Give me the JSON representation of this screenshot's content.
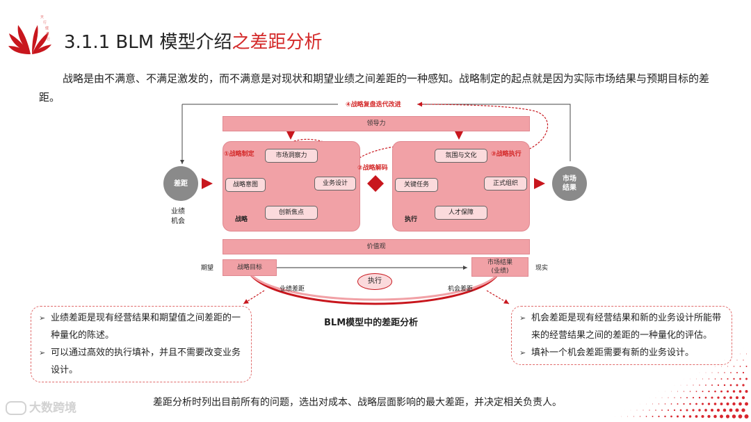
{
  "header": {
    "title_prefix": "3.1.1 BLM 模型介绍",
    "title_highlight": "之差距分析"
  },
  "intro_text": "战略是由不满意、不满足激发的，而不满意是对现状和期望业绩之间差距的一种感知。战略制定的起点就是因为实际市场结果与预期目标的差距。",
  "diagram": {
    "loop_label": "④战略复盘迭代改进",
    "leadership_label": "领导力",
    "values_label": "价值观",
    "gap_circle": "差距",
    "result_circle_line1": "市场",
    "result_circle_line2": "结果",
    "gap_caption_line1": "业绩",
    "gap_caption_line2": "机会",
    "strategy": {
      "step_label": "①战略制定",
      "corner_label": "战略",
      "nodes": [
        "市场洞察力",
        "战略意图",
        "业务设计",
        "创新焦点"
      ]
    },
    "decode_label": "②战略解码",
    "execution": {
      "step_label": "③战略执行",
      "corner_label": "执行",
      "nodes": [
        "氛围与文化",
        "关键任务",
        "正式组织",
        "人才保障"
      ]
    },
    "expectation_label": "期望",
    "strategy_goal": "战略目标",
    "market_result_line1": "市场结果",
    "market_result_line2": "(业绩)",
    "reality_label": "现实",
    "execute_label": "执行",
    "performance_gap_label": "业绩差距",
    "opportunity_gap_label": "机会差距",
    "caption": "BLM模型中的差距分析"
  },
  "left_note": [
    "业绩差距是现有经营结果和期望值之间差距的一种量化的陈述。",
    "可以通过高效的执行填补，并且不需要改变业务设计。"
  ],
  "right_note": [
    "机会差距是现有经营结果和新的业务设计所能带来的经营结果之间的差距的一种量化的评估。",
    "填补一个机会差距需要有新的业务设计。"
  ],
  "footer_text": "差距分析时列出目前所有的问题，选出对成本、战略层面影响的最大差距，并决定相关负责人。",
  "watermark_text": "大数跨境",
  "colors": {
    "accent": "#d42a2a",
    "panel": "#f1a1a6",
    "node": "#fbdadc",
    "circle": "#8a8a8a"
  }
}
